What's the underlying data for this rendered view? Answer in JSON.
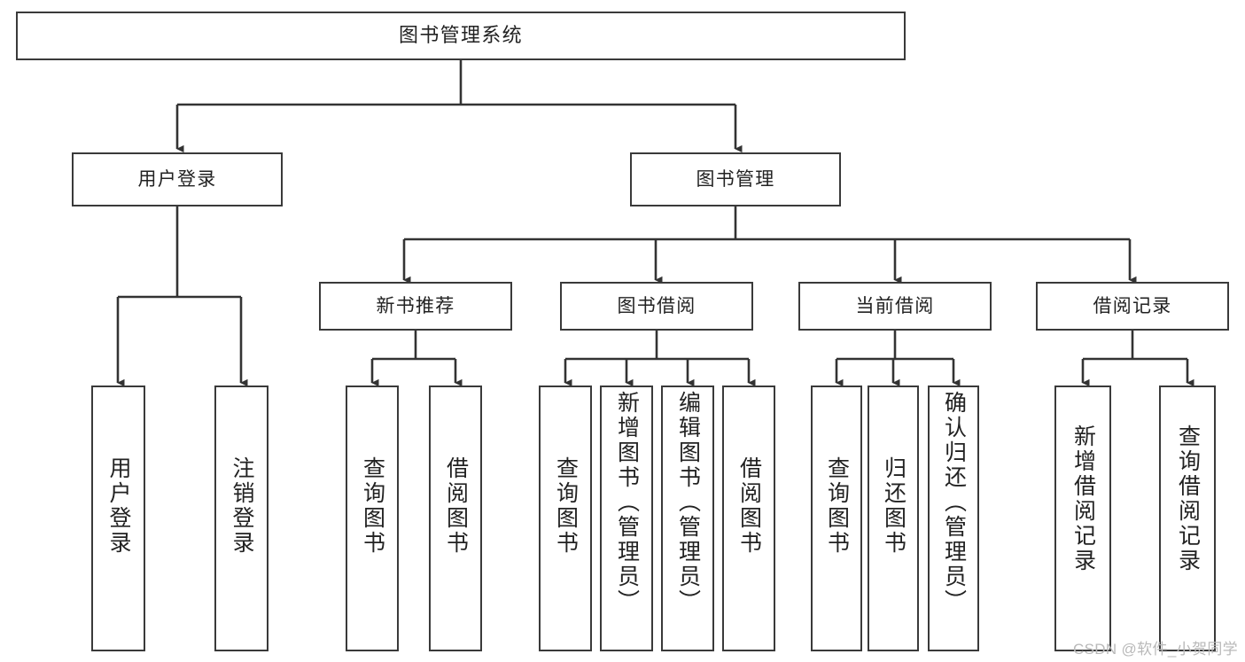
{
  "diagram": {
    "title": "图书管理系统",
    "type": "tree-hierarchy",
    "watermark": "CSDN @软件_小贺同学",
    "colors": {
      "box_border": "#3a3a3a",
      "box_fill": "#ffffff",
      "connector": "#333333",
      "text": "#222222",
      "watermark": "#b9b9b9"
    },
    "nodes": {
      "root": {
        "label": "图书管理系统"
      },
      "level2": [
        {
          "label": "用户登录"
        },
        {
          "label": "图书管理"
        }
      ],
      "level3": [
        {
          "label": "新书推荐"
        },
        {
          "label": "图书借阅"
        },
        {
          "label": "当前借阅"
        },
        {
          "label": "借阅记录"
        }
      ],
      "leaves": {
        "user_login": [
          {
            "label": "用户登录"
          },
          {
            "label": "注销登录"
          }
        ],
        "new_book": [
          {
            "label": "查询图书"
          },
          {
            "label": "借阅图书"
          }
        ],
        "book_borrow": [
          {
            "label": "查询图书"
          },
          {
            "label": "新增图书（管理员）"
          },
          {
            "label": "编辑图书（管理员）"
          },
          {
            "label": "借阅图书"
          }
        ],
        "current_borrow": [
          {
            "label": "查询图书"
          },
          {
            "label": "归还图书"
          },
          {
            "label": "确认归还（管理员）"
          }
        ],
        "borrow_record": [
          {
            "label": "新增借阅记录"
          },
          {
            "label": "查询借阅记录"
          }
        ]
      }
    }
  }
}
